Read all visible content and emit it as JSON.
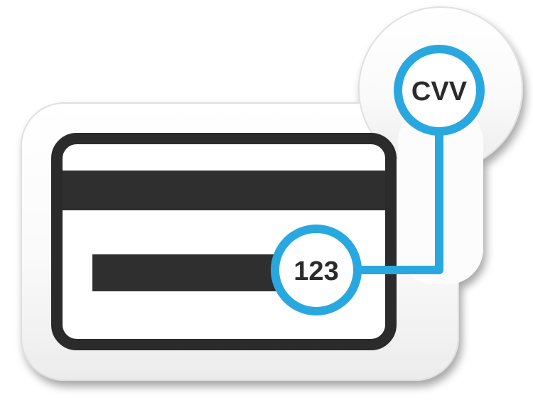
{
  "icon": {
    "name": "credit-card-cvv-sticker",
    "cvv_label": "CVV",
    "code_label": "123",
    "colors": {
      "accent": "#29A8E0",
      "card_stroke": "#2b2b2b",
      "stripe": "#2f2f2f",
      "sticker_fill": "#ffffff",
      "sticker_edge": "#d9d9d9",
      "shadow": "#bdbdbd",
      "text": "#2b2b2b"
    }
  }
}
